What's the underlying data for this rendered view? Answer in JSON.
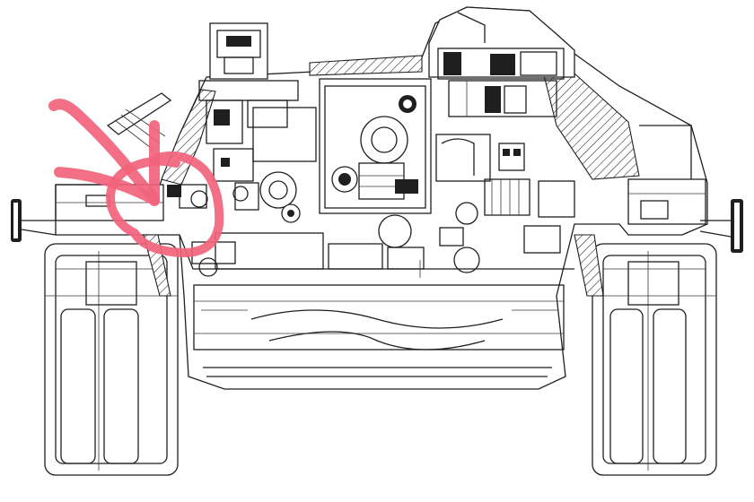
{
  "figure": {
    "subject": "vehicle-hull-cross-section",
    "style": "technical-line-drawing"
  },
  "annotation": {
    "shape": "hand-drawn-arrow-with-circle",
    "color": "#f2637c"
  },
  "colors": {
    "ink": "#1f1f1f",
    "paper": "#ffffff"
  }
}
